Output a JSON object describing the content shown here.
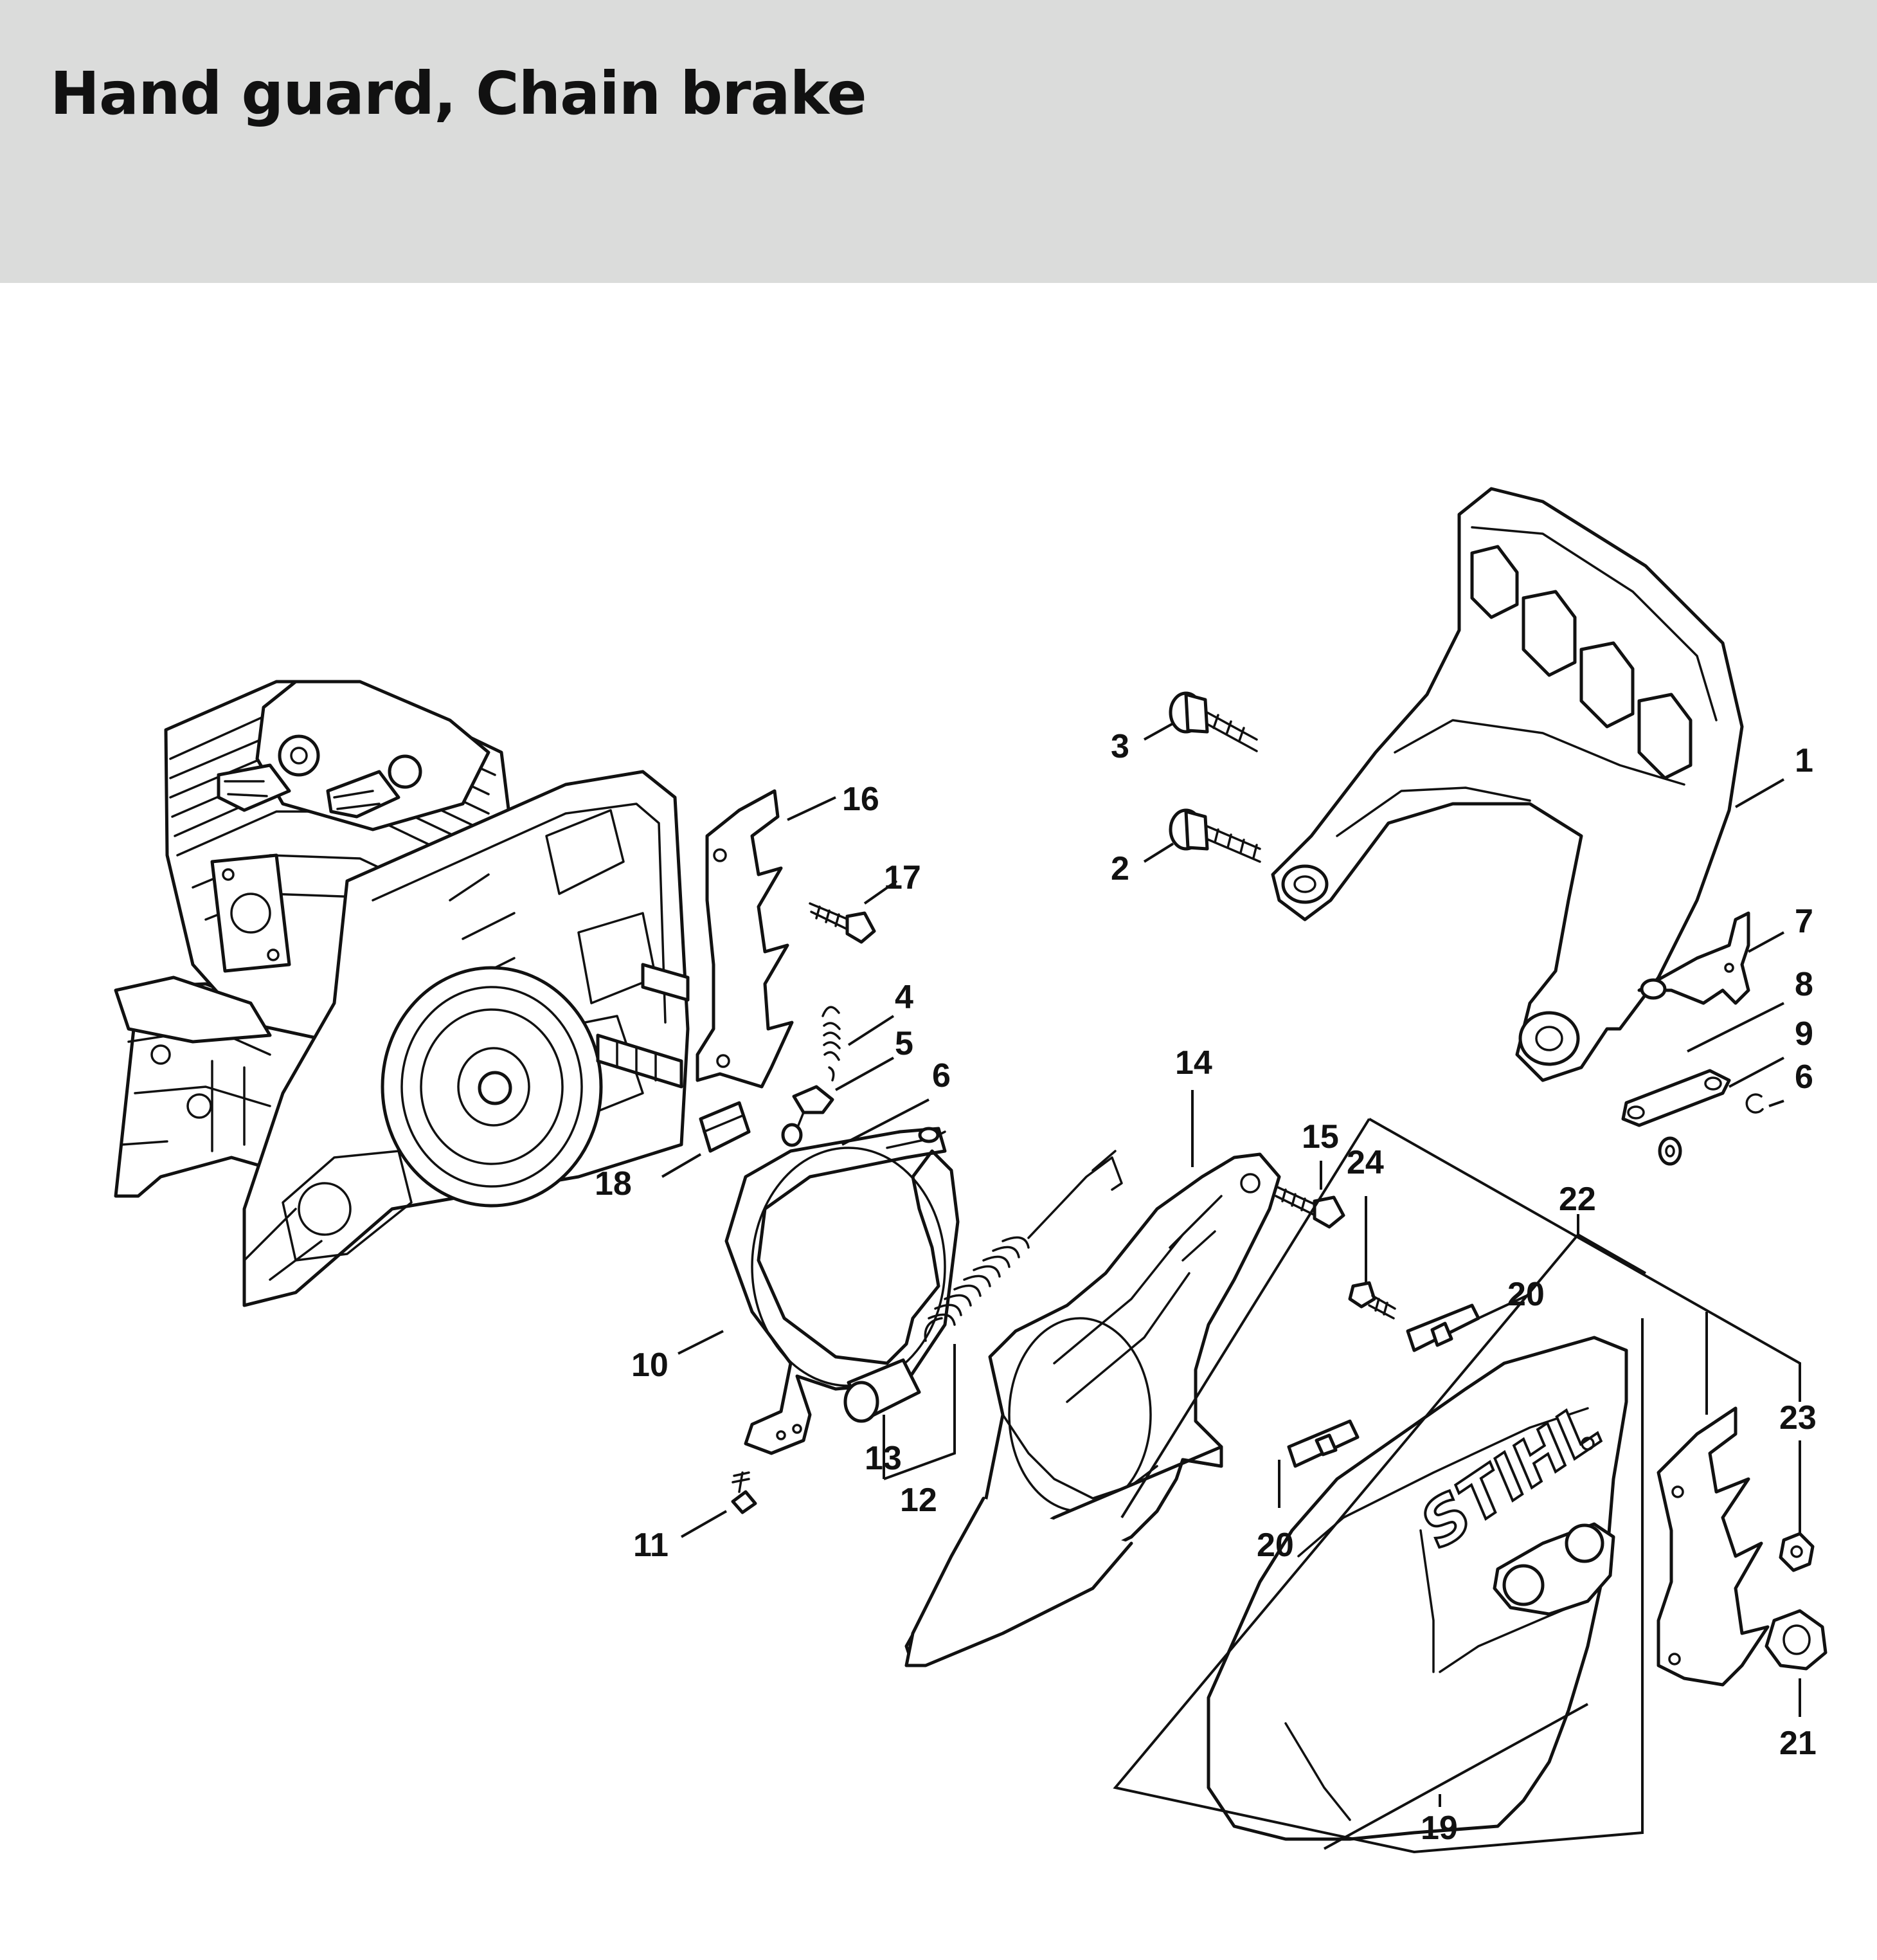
{
  "header": {
    "title": "Hand guard, Chain brake"
  },
  "brand_logo": "STIHL",
  "callouts": [
    "1",
    "2",
    "3",
    "4",
    "5",
    "6",
    "6",
    "7",
    "8",
    "9",
    "10",
    "11",
    "12",
    "13",
    "14",
    "15",
    "16",
    "17",
    "18",
    "19",
    "20",
    "20",
    "21",
    "22",
    "23",
    "24"
  ]
}
